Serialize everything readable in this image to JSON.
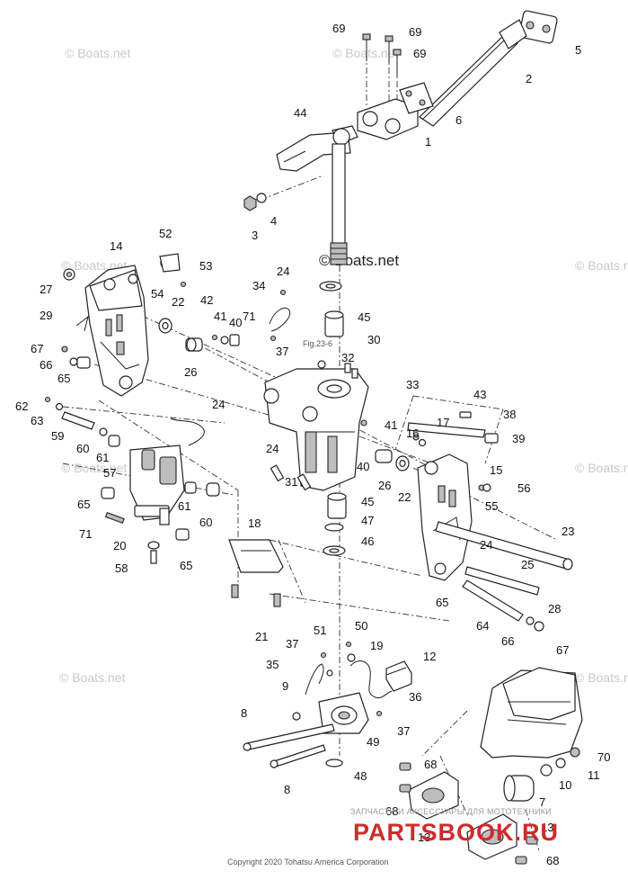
{
  "watermark": {
    "text": "© Boats.net",
    "center_text": "© Boats.net"
  },
  "figure_ref": "Fig.23-6",
  "copyright": "Copyright 2020 Tohatsu America Corporation",
  "shop_banner": {
    "line1": "ЗАПЧАСТИ И АКСЕССУАРЫ ДЛЯ МОТОТЕХНИКИ",
    "line2": "PARTSBOOK.RU"
  },
  "callouts": [
    "69",
    "69",
    "69",
    "5",
    "2",
    "6",
    "1",
    "44",
    "4",
    "3",
    "52",
    "53",
    "14",
    "54",
    "22",
    "27",
    "42",
    "41",
    "40",
    "34",
    "24",
    "71",
    "37",
    "29",
    "67",
    "66",
    "65",
    "26",
    "45",
    "30",
    "32",
    "24",
    "33",
    "43",
    "38",
    "39",
    "62",
    "63",
    "59",
    "60",
    "61",
    "57",
    "65",
    "61",
    "60",
    "16",
    "17",
    "41",
    "24",
    "40",
    "26",
    "22",
    "15",
    "56",
    "55",
    "31",
    "45",
    "47",
    "71",
    "20",
    "58",
    "65",
    "18",
    "46",
    "23",
    "24",
    "25",
    "65",
    "28",
    "21",
    "64",
    "66",
    "67",
    "51",
    "50",
    "37",
    "19",
    "12",
    "35",
    "9",
    "36",
    "8",
    "37",
    "49",
    "8",
    "48",
    "70",
    "11",
    "10",
    "68",
    "7",
    "68",
    "13",
    "13",
    "68"
  ]
}
